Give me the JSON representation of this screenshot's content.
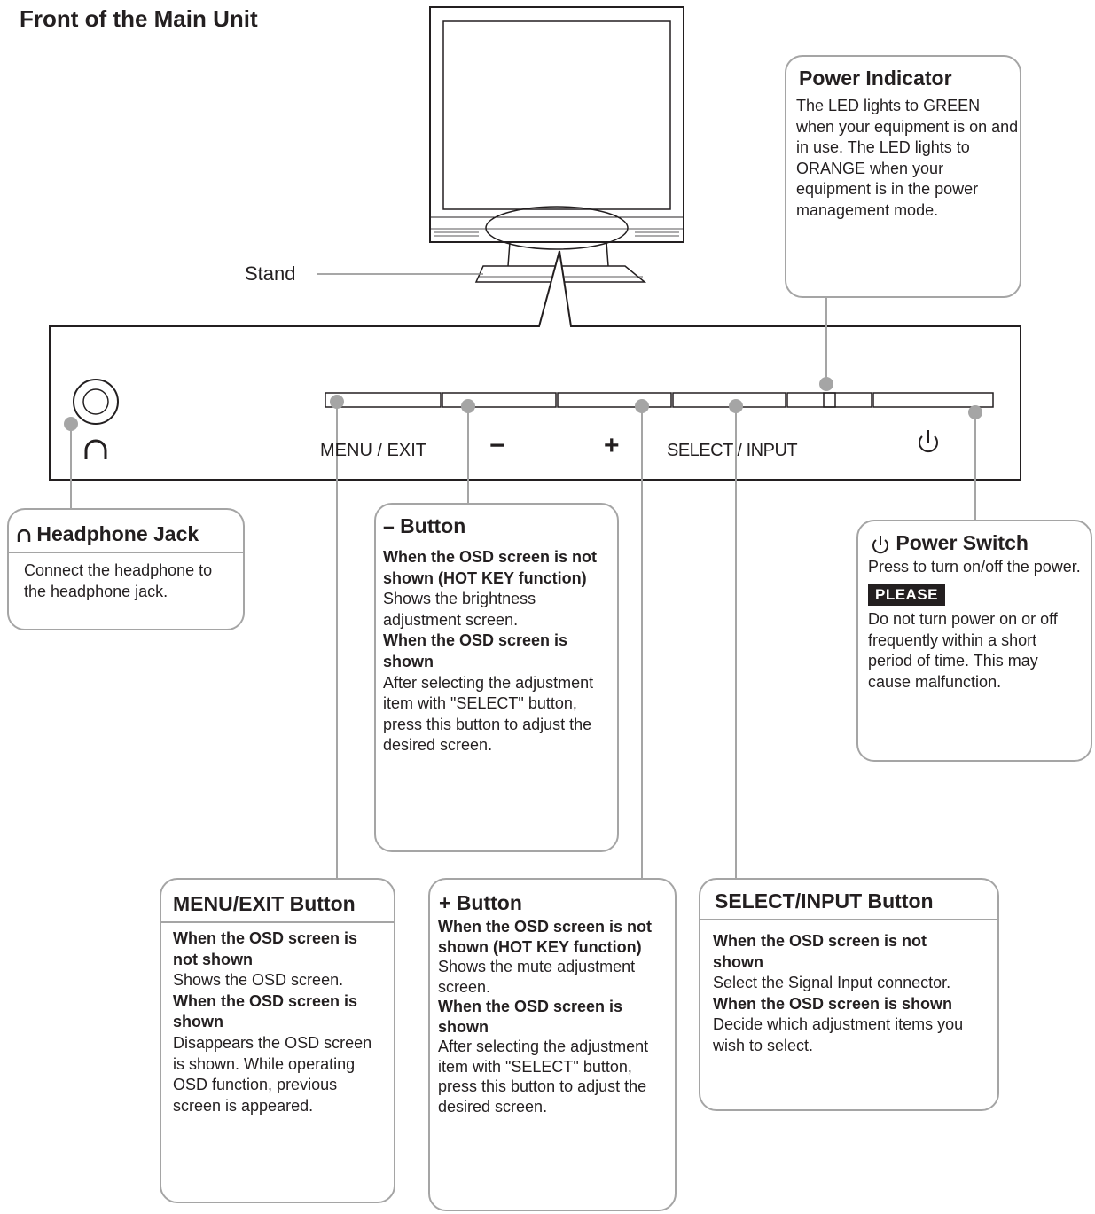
{
  "page_title": "Front of the Main Unit",
  "stand_label": "Stand",
  "panel": {
    "menu_label": "MENU / EXIT",
    "minus_label": "−",
    "plus_label": "+",
    "select_label": "SELECT / INPUT"
  },
  "icons": {
    "headphone": "headphone-icon",
    "power": "power-icon"
  },
  "callouts": {
    "power_indicator": {
      "title": "Power Indicator",
      "text": "The LED lights to GREEN when your equipment is on and in use. The LED lights to ORANGE when your equipment is in the power management mode."
    },
    "headphone_jack": {
      "title": "Headphone Jack",
      "text": "Connect the headphone to the headphone jack."
    },
    "minus_button": {
      "title": "– Button",
      "sub1": "When the OSD screen is not shown (HOT KEY function)",
      "text1": "Shows the brightness adjustment screen.",
      "sub2": "When the OSD screen is shown",
      "text2": "After selecting the adjustment item with \"SELECT\" button, press this button to adjust the desired screen."
    },
    "power_switch": {
      "title": "Power Switch",
      "text": "Press to turn on/off the power.",
      "please": "PLEASE",
      "note": "Do not turn power on or off frequently within a short period of time. This may cause malfunction."
    },
    "menu_exit": {
      "title": "MENU/EXIT Button",
      "sub1": "When the OSD screen is not shown",
      "text1": "Shows the OSD screen.",
      "sub2": "When the OSD screen is shown",
      "text2": "Disappears the OSD screen is shown. While operating OSD function, previous screen is appeared."
    },
    "plus_button": {
      "title": "+ Button",
      "sub1": "When the OSD screen is not shown (HOT KEY function)",
      "text1": "Shows the mute adjustment screen.",
      "sub2": "When the OSD screen is shown",
      "text2": "After selecting the adjustment item with \"SELECT\" button, press this button to adjust the desired screen."
    },
    "select_input": {
      "title": "SELECT/INPUT Button",
      "sub1": "When the OSD screen is not shown",
      "text1": "Select the Signal Input connector.",
      "sub2": "When the OSD screen is shown",
      "text2": "Decide which adjustment items you wish to select."
    }
  }
}
